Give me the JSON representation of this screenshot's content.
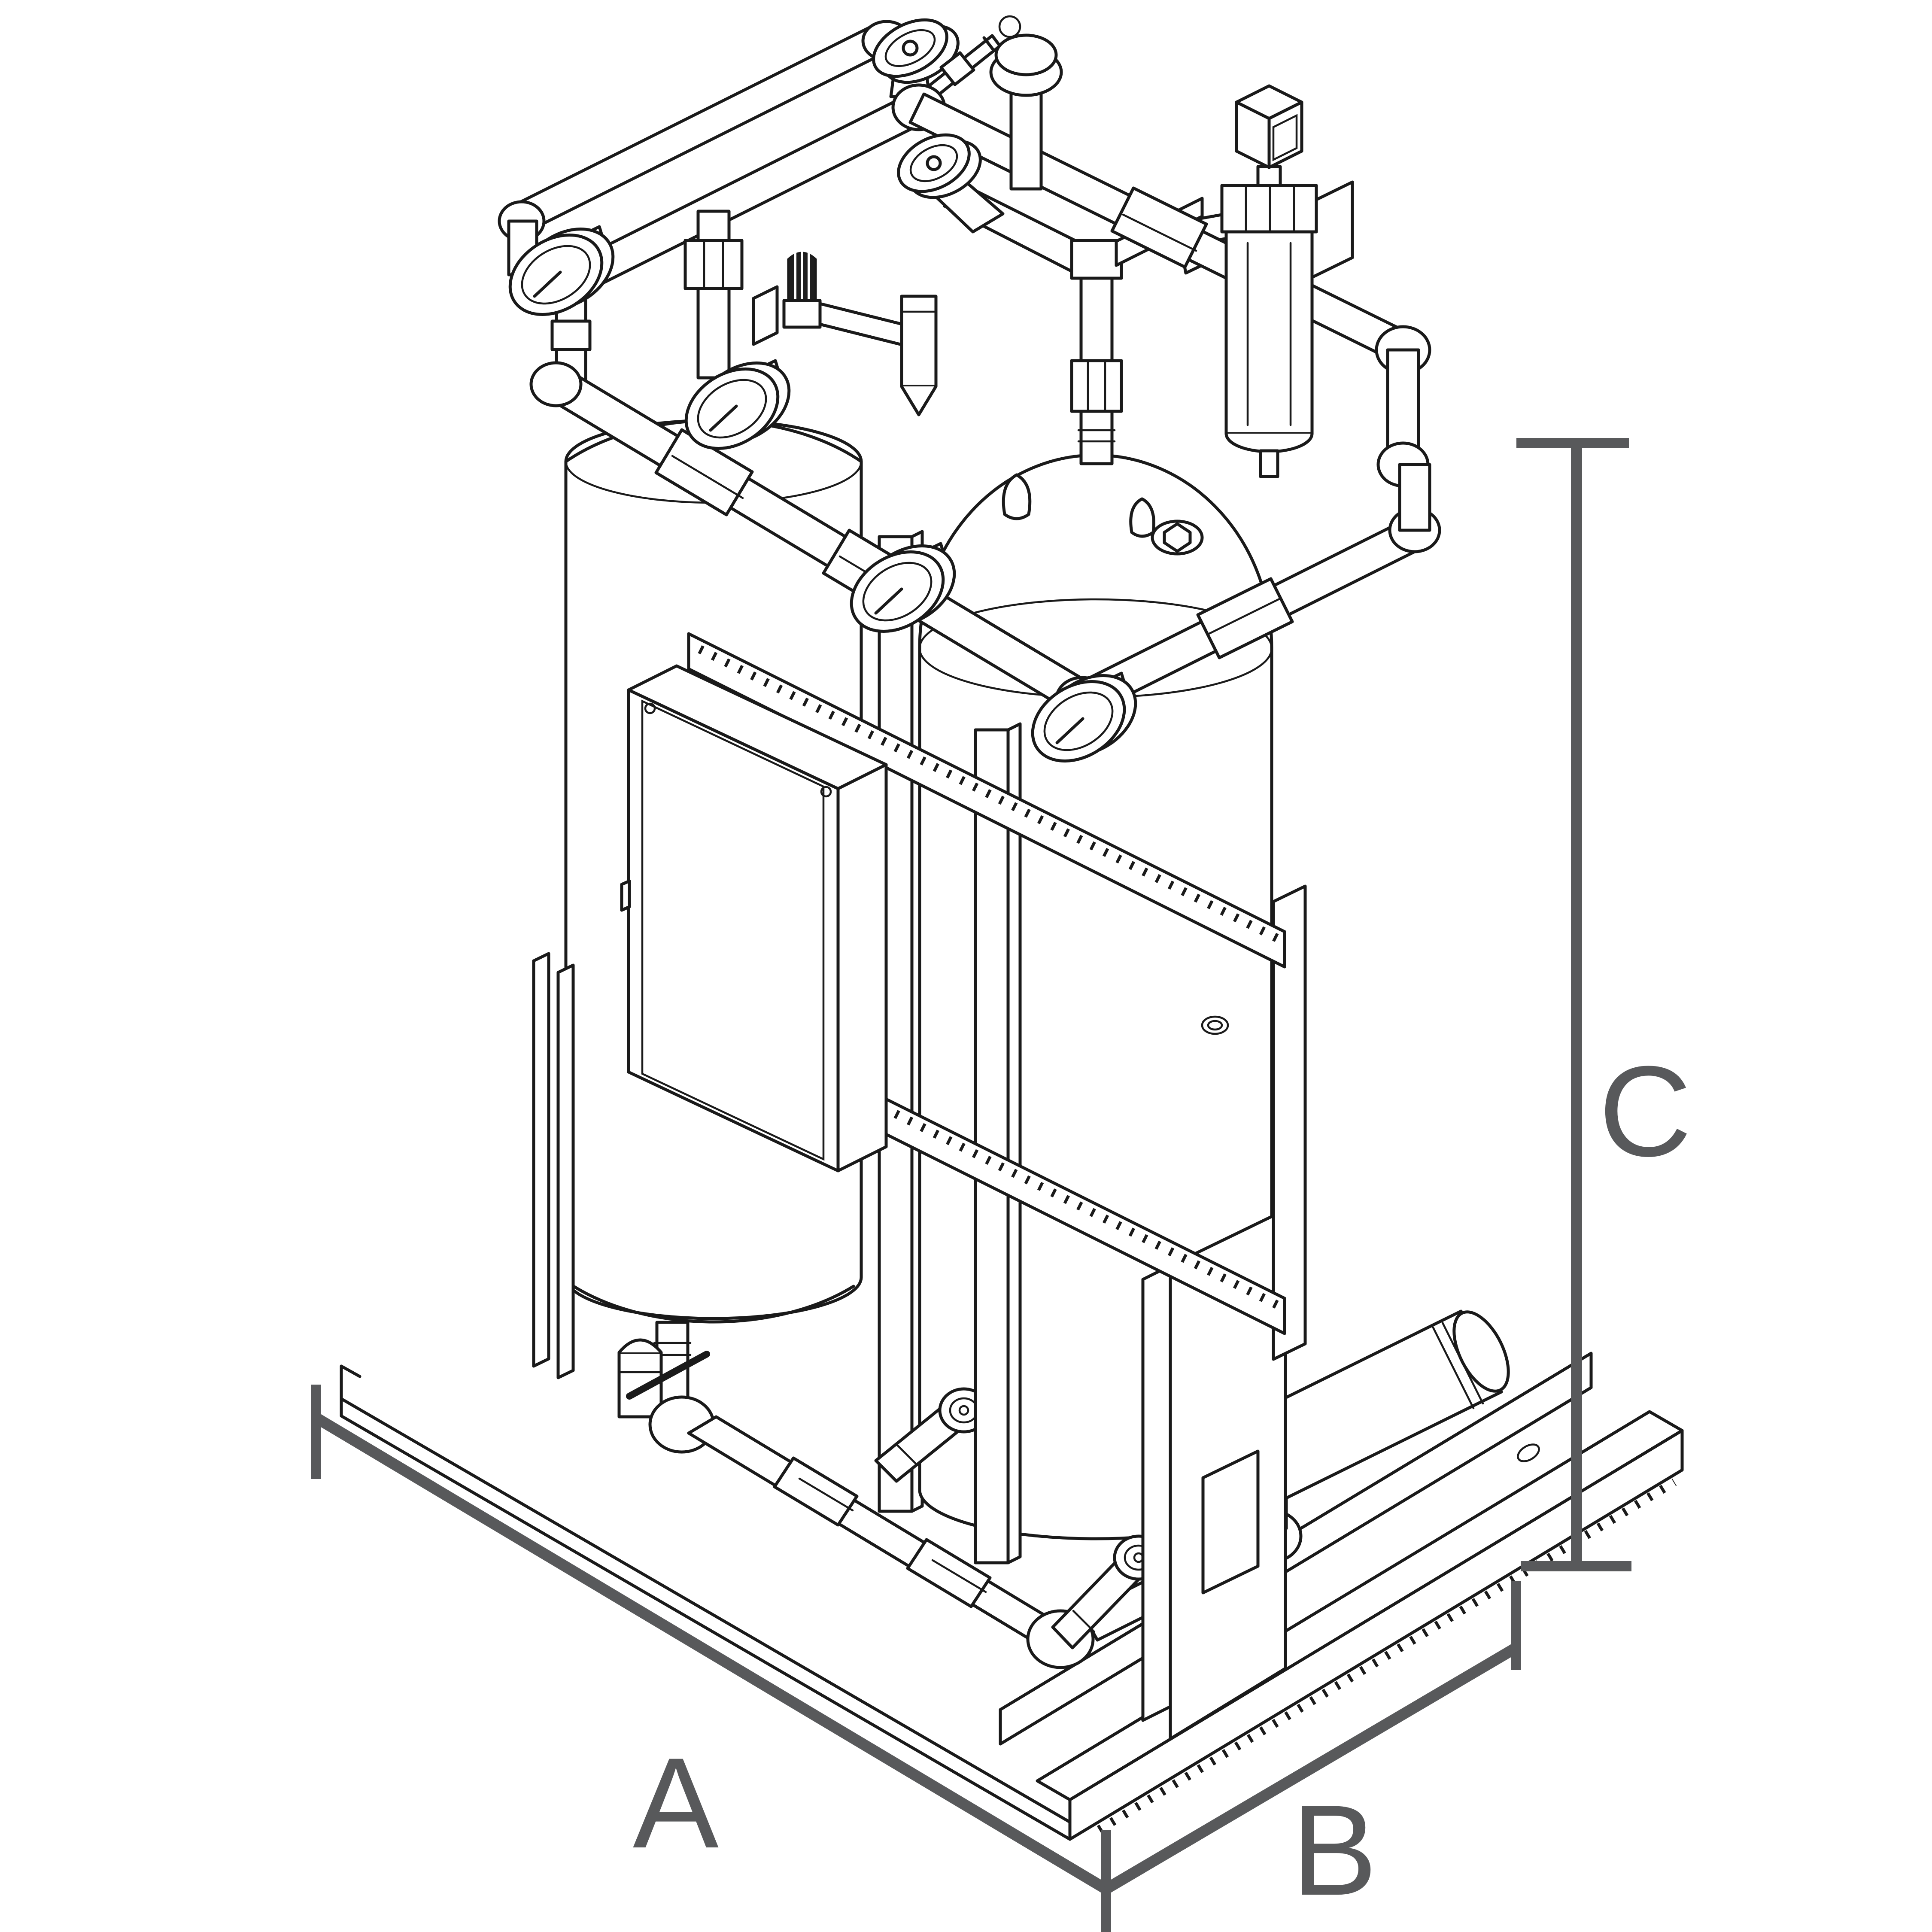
{
  "page": {
    "background_color": "#ffffff"
  },
  "drawing": {
    "description": "Isometric technical line drawing of a twin-tower desiccant compressed air dryer on a skid base, with top piping manifold, pressure gauges, filter housing, control enclosure, bottom purge piping and exhaust muffler"
  },
  "dimensions": {
    "a": "A",
    "b": "B",
    "c": "C"
  },
  "colors": {
    "line": "#1a1a1a",
    "dimension": "#58595b"
  }
}
